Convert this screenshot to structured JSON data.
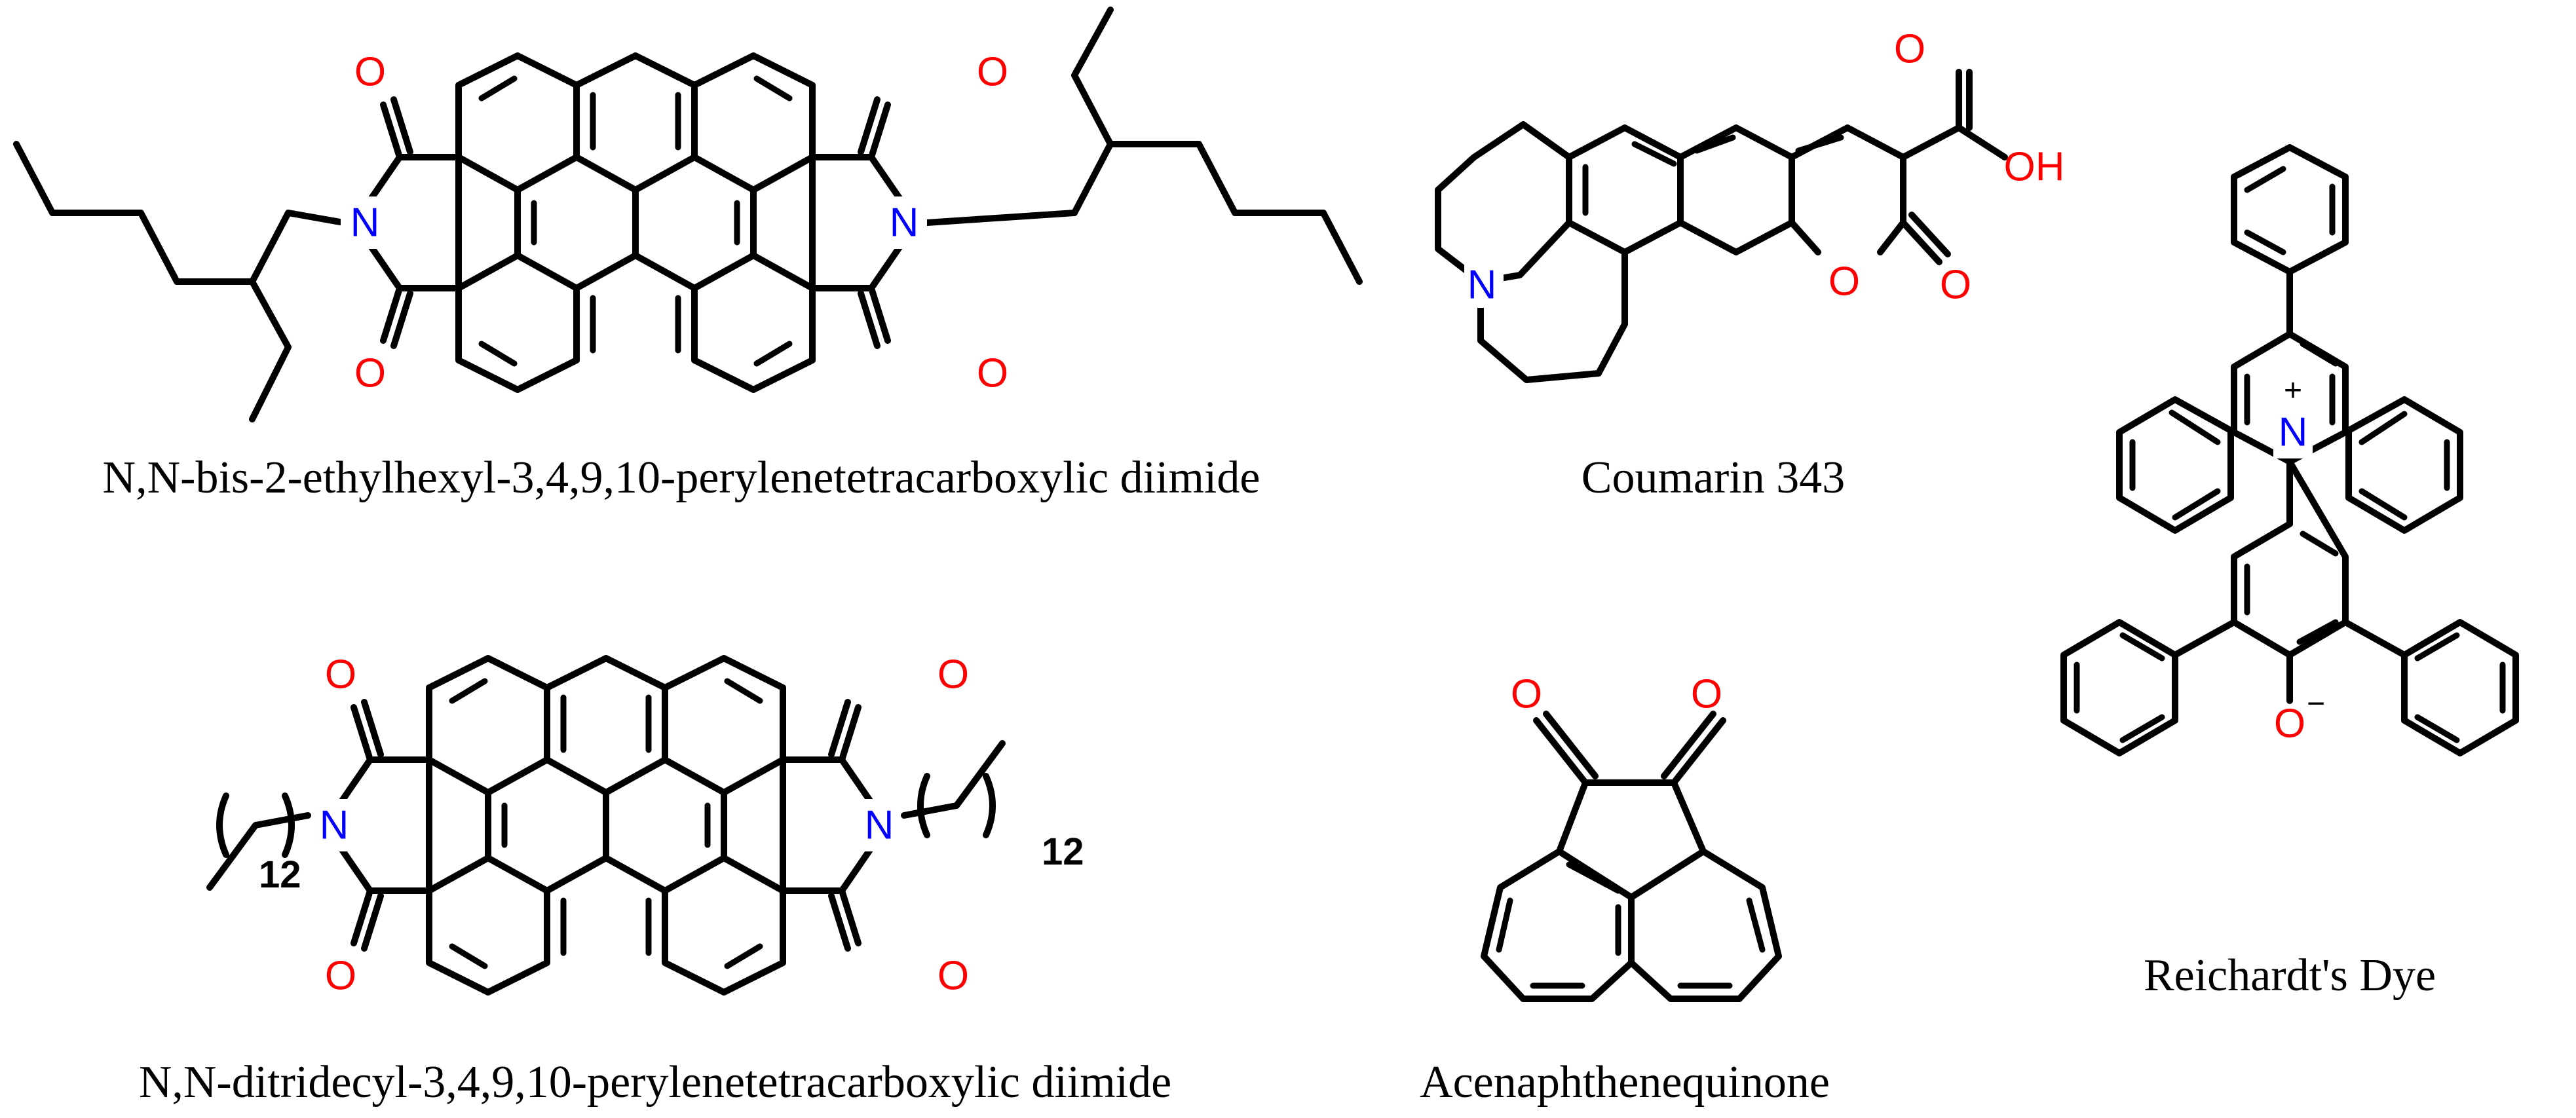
{
  "captions": {
    "pdi_ethylhexyl": "N,N-bis-2-ethylhexyl-3,4,9,10-perylenetetracarboxylic diimide",
    "coumarin": "Coumarin 343",
    "pdi_tridecyl": "N,N-ditridecyl-3,4,9,10-perylenetetracarboxylic diimide",
    "acenaphthenequinone": "Acenaphthenequinone",
    "reichardt": "Reichardt's Dye"
  },
  "atoms": {
    "oxygen": "O",
    "nitrogen": "N",
    "hydroxyl": "OH",
    "plus": "+",
    "minus": "−",
    "repeat_count": "12"
  },
  "colors": {
    "bond": "#000000",
    "oxygen": "#ff0000",
    "nitrogen": "#0000ff",
    "caption": "#000000"
  }
}
